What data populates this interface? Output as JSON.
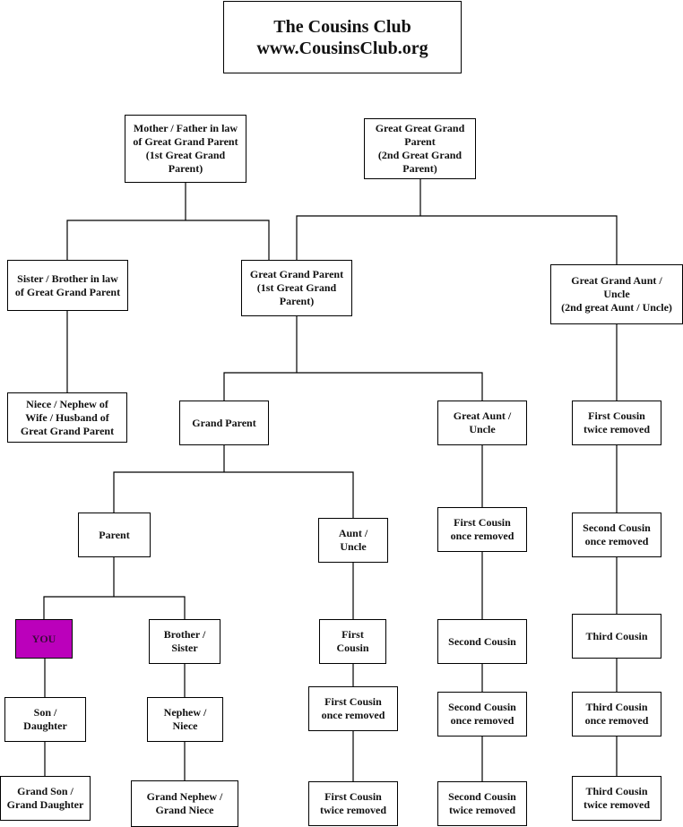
{
  "title": {
    "line1": "The Cousins Club",
    "line2": "www.CousinsClub.org"
  },
  "highlight_color": "#bb00bb",
  "nodes": {
    "mother_father_in_law": "Mother / Father in law\nof Great Grand Parent\n(1st Great Grand\nParent)",
    "great_great_grand_parent": "Great Great Grand\nParent\n(2nd Great Grand\nParent)",
    "sister_brother_in_law": "Sister / Brother in law\nof Great Grand Parent",
    "great_grand_parent": "Great Grand Parent\n(1st Great Grand\nParent)",
    "great_grand_aunt_uncle": "Great Grand Aunt /\nUncle\n(2nd great Aunt / Uncle)",
    "niece_nephew_of_spouse": "Niece / Nephew of\nWife / Husband of\nGreat Grand Parent",
    "grand_parent": "Grand Parent",
    "great_aunt_uncle": "Great Aunt /\nUncle",
    "first_cousin_twice_removed_top": "First Cousin\ntwice removed",
    "parent": "Parent",
    "aunt_uncle": "Aunt /\nUncle",
    "first_cousin_once_removed_top": "First Cousin\nonce removed",
    "second_cousin_once_removed_top": "Second Cousin\nonce removed",
    "you": "YOU",
    "brother_sister": "Brother /\nSister",
    "first_cousin": "First\nCousin",
    "second_cousin": "Second Cousin",
    "third_cousin": "Third Cousin",
    "son_daughter": "Son /\nDaughter",
    "nephew_niece": "Nephew /\nNiece",
    "first_cousin_once_removed": "First Cousin\nonce removed",
    "second_cousin_once_removed": "Second Cousin\nonce removed",
    "third_cousin_once_removed": "Third Cousin\nonce removed",
    "grand_son_daughter": "Grand Son /\nGrand Daughter",
    "grand_nephew_niece": "Grand Nephew /\nGrand Niece",
    "first_cousin_twice_removed": "First Cousin\ntwice removed",
    "second_cousin_twice_removed": "Second Cousin\ntwice removed",
    "third_cousin_twice_removed": "Third Cousin\ntwice removed"
  }
}
